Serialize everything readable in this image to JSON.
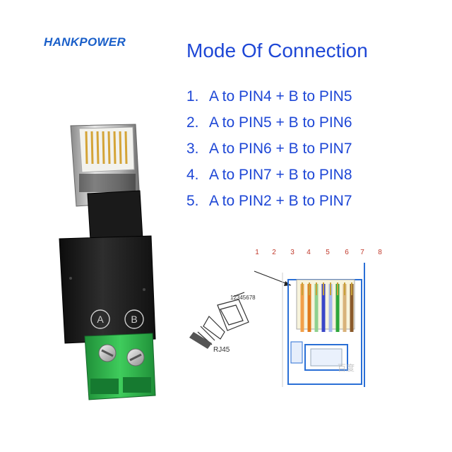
{
  "brand": "HANKPOWER",
  "title": "Mode Of Connection",
  "modes": [
    {
      "num": "1.",
      "text": "A to PIN4 + B to PIN5"
    },
    {
      "num": "2.",
      "text": "A to PIN5 + B to PIN6"
    },
    {
      "num": "3.",
      "text": "A to PIN6 + B to PIN7"
    },
    {
      "num": "4.",
      "text": "A to PIN7 + B to PIN8"
    },
    {
      "num": "5.",
      "text": "A to PIN2 + B to PIN7"
    }
  ],
  "adapter": {
    "terminal_a": "A",
    "terminal_b": "B"
  },
  "diagram": {
    "pin_numbers": [
      "1",
      "2",
      "3",
      "4",
      "5",
      "6",
      "7",
      "8"
    ],
    "small_plug_numbers": "12345678",
    "small_plug_label": "RJ45",
    "watermark": "百度"
  },
  "colors": {
    "title_blue": "#1e47d6",
    "brand_blue": "#1a5fc9",
    "terminal_green": "#2db34a",
    "diagram_blue": "#2a6fd6"
  }
}
